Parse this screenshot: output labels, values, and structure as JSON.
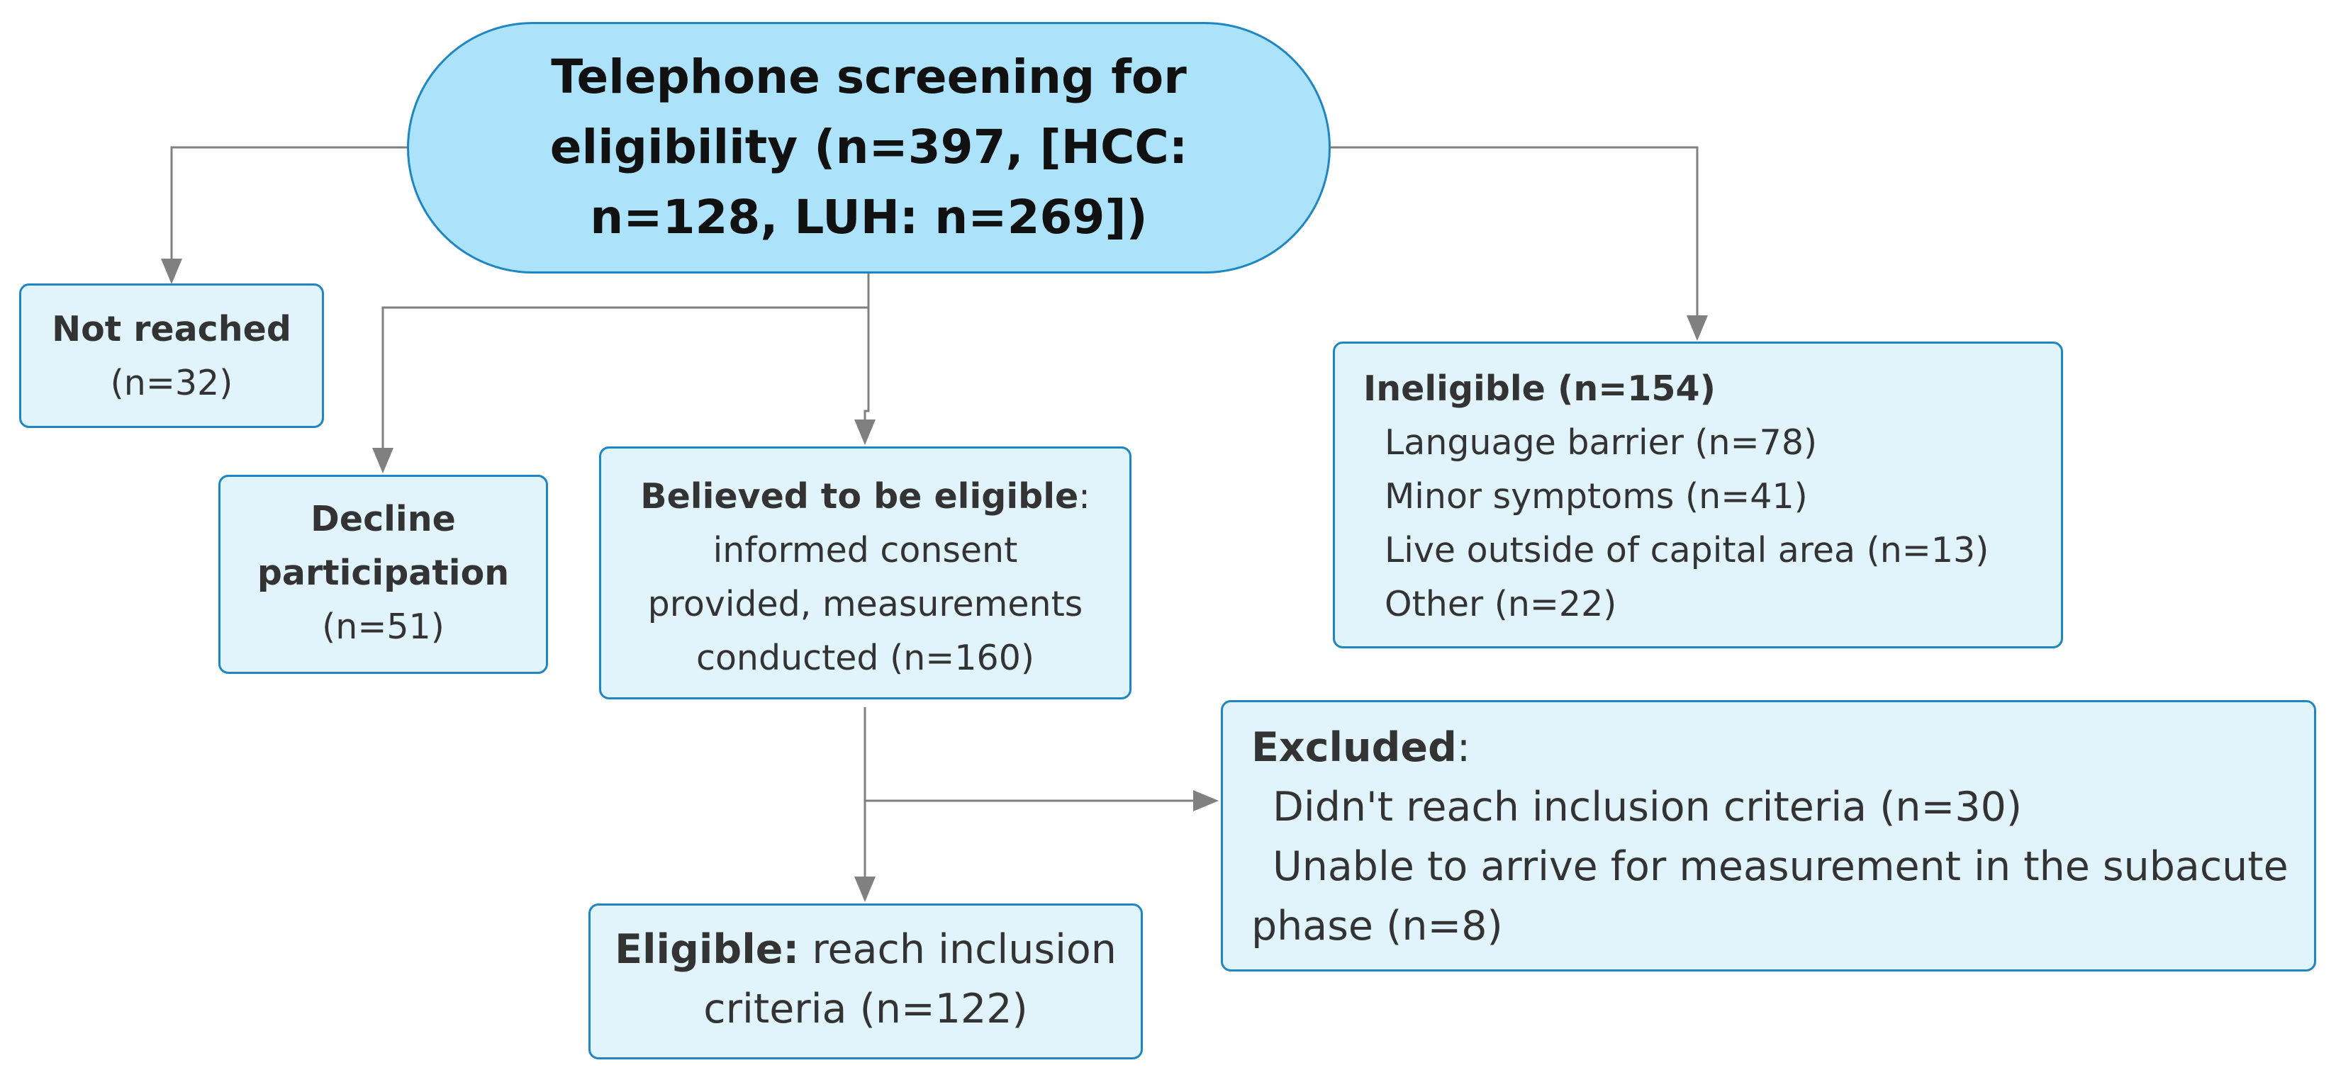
{
  "root": {
    "lines": [
      "Telephone screening for",
      "eligibility (n=397, [HCC:",
      "n=128, LUH: n=269])"
    ]
  },
  "not_reached": {
    "title": "Not reached",
    "count": "(n=32)"
  },
  "decline": {
    "lines": [
      "Decline",
      "participation"
    ],
    "count": "(n=51)"
  },
  "believed_eligible": {
    "title": "Believed to be eligible",
    "title_suffix": ":",
    "lines": [
      "informed consent",
      "provided, measurements",
      "conducted (n=160)"
    ]
  },
  "ineligible": {
    "title": "Ineligible (n=154)",
    "reasons": [
      "Language barrier (n=78)",
      "Minor symptoms (n=41)",
      "Live outside of capital area (n=13)",
      "Other (n=22)"
    ]
  },
  "excluded": {
    "title": "Excluded",
    "title_suffix": ":",
    "reasons": [
      "Didn't reach inclusion criteria (n=30)",
      "Unable to arrive for measurement in the subacute"
    ],
    "wrap": "phase (n=8)"
  },
  "eligible": {
    "title": "Eligible:",
    "text_line1": " reach inclusion",
    "text_line2": "criteria (n=122)"
  },
  "colors": {
    "root_fill": "#ace3fa",
    "box_fill": "#e1f4fc",
    "border": "#1e86c2",
    "connector": "#808080"
  }
}
